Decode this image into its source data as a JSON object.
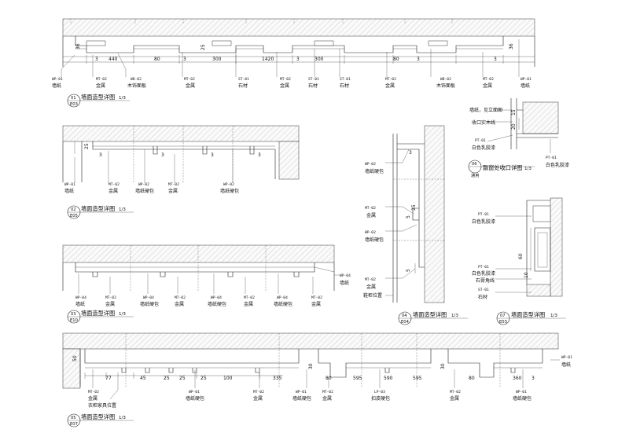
{
  "details": [
    {
      "id": "d01",
      "num": "01",
      "sheet": "E03",
      "title": "墙面造型详图",
      "scale": "1/3",
      "dims": [
        "36",
        "3",
        "440",
        "80",
        "3",
        "25",
        "300",
        "1420",
        "3",
        "300",
        "80",
        "3",
        "3",
        "36"
      ],
      "callouts": [
        {
          "code": "WP-01",
          "text": "墙纸"
        },
        {
          "code": "MT-02",
          "text": "金属"
        },
        {
          "code": "WD-02",
          "text": "木饰面板"
        },
        {
          "code": "MT-02",
          "text": "金属"
        },
        {
          "code": "ST-01",
          "text": "石材"
        },
        {
          "code": "MT-02",
          "text": "金属"
        },
        {
          "code": "ST-01",
          "text": "石材"
        },
        {
          "code": "ST-01",
          "text": "石材"
        },
        {
          "code": "MT-02",
          "text": "金属"
        },
        {
          "code": "WD-02",
          "text": "木饰面板"
        },
        {
          "code": "MT-02",
          "text": "金属"
        },
        {
          "code": "WP-01",
          "text": "墙纸"
        }
      ]
    },
    {
      "id": "d02",
      "num": "02",
      "sheet": "E05",
      "title": "墙面造型详图",
      "scale": "1/3",
      "dims": [
        "25",
        "3",
        "3",
        "3",
        "3"
      ],
      "callouts": [
        {
          "code": "WP-01",
          "text": "墙纸"
        },
        {
          "code": "MT-02",
          "text": "金属"
        },
        {
          "code": "WP-02",
          "text": "墙纸硬包"
        },
        {
          "code": "MT-02",
          "text": "金属"
        },
        {
          "code": "WP-02",
          "text": "墙纸硬包"
        }
      ]
    },
    {
      "id": "d03",
      "num": "03",
      "sheet": "E10",
      "title": "墙面造型详图",
      "scale": "1/3",
      "dims": [],
      "callouts": [
        {
          "code": "WP-04",
          "text": "墙纸"
        },
        {
          "code": "MT-02",
          "text": "金属"
        },
        {
          "code": "WP-04",
          "text": "墙纸硬包"
        },
        {
          "code": "MT-02",
          "text": "金属"
        },
        {
          "code": "WP-04",
          "text": "墙纸硬包"
        },
        {
          "code": "MT-02",
          "text": "金属"
        },
        {
          "code": "WP-04",
          "text": "墙纸硬包"
        },
        {
          "code": "MT-02",
          "text": "金属"
        },
        {
          "code": "WP-04",
          "text": "墙纸"
        }
      ]
    },
    {
      "id": "d04",
      "num": "04",
      "sheet": "E04",
      "title": "墙面造型详图",
      "scale": "1/3",
      "dims": [
        "3",
        "5",
        "25",
        "5"
      ],
      "callouts": [
        {
          "code": "WP-02",
          "text": "墙纸硬包"
        },
        {
          "code": "MT-02",
          "text": "金属"
        },
        {
          "code": "WP-02",
          "text": "墙纸硬包"
        },
        {
          "code": "MT-02",
          "text": "金属"
        },
        {
          "code": "",
          "text": "鞋柜位置"
        }
      ]
    },
    {
      "id": "d05",
      "num": "05",
      "sheet": "E07",
      "title": "墙面造型详图",
      "scale": "1/3",
      "dims": [
        "50",
        "77",
        "45",
        "25",
        "25",
        "25",
        "100",
        "335",
        "30",
        "80",
        "595",
        "590",
        "595",
        "30",
        "80",
        "360",
        "3"
      ],
      "callouts": [
        {
          "code": "MT-02",
          "text": "金属"
        },
        {
          "code": "",
          "text": "衣柜家具位置"
        },
        {
          "code": "WP-01",
          "text": "墙纸硬包"
        },
        {
          "code": "MT-02",
          "text": "金属"
        },
        {
          "code": "WP-01",
          "text": "墙纸硬包"
        },
        {
          "code": "MT-02",
          "text": "金属"
        },
        {
          "code": "LP-03",
          "text": "扣皮硬包"
        },
        {
          "code": "MT-02",
          "text": "金属"
        },
        {
          "code": "WP-01",
          "text": "墙纸硬包"
        },
        {
          "code": "WP-01",
          "text": "墙纸"
        }
      ]
    },
    {
      "id": "d06",
      "num": "06",
      "sheet": "通用",
      "title": "飘窗处收口详图",
      "scale": "1/3",
      "dims": [
        "15",
        "20"
      ],
      "callouts": [
        {
          "code": "",
          "text": "墙纸，见立面图"
        },
        {
          "code": "",
          "text": "收口实木线"
        },
        {
          "code": "PT-01",
          "text": "白色乳胶漆"
        },
        {
          "code": "PT-01",
          "text": "白色乳胶漆"
        }
      ]
    },
    {
      "id": "d07",
      "num": "07",
      "sheet": "E03",
      "title": "墙面造型详图",
      "scale": "1/3",
      "dims": [
        "60",
        "10"
      ],
      "callouts": [
        {
          "code": "PT-01",
          "text": "白色乳胶漆"
        },
        {
          "code": "PT-01",
          "text": "白色乳胶漆"
        },
        {
          "code": "",
          "text": "石膏角线"
        },
        {
          "code": "ST-01",
          "text": "石材"
        }
      ]
    }
  ]
}
